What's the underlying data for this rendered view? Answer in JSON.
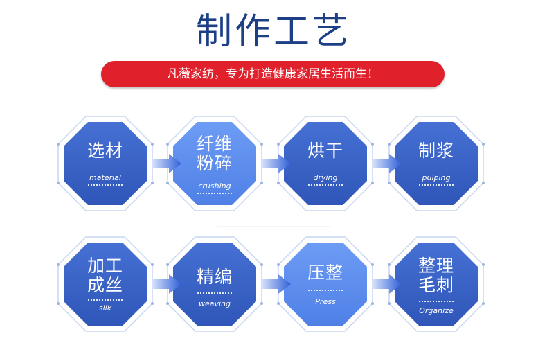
{
  "header": {
    "title": "制作工艺",
    "slogan": "凡薇家纺，专为打造健康家居生活而生！"
  },
  "colors": {
    "title": "#1d3f86",
    "pill": "#e0202a",
    "dark_step": "#3a63c9",
    "light_step": "#5d8ff0",
    "arrow": "#3b6fe0"
  },
  "steps": [
    {
      "zh": "选材",
      "en": "material"
    },
    {
      "zh": "纤维粉碎",
      "en": "crushing"
    },
    {
      "zh": "烘干",
      "en": "drying"
    },
    {
      "zh": "制浆",
      "en": "pulping"
    },
    {
      "zh": "加工成丝",
      "en": "silk"
    },
    {
      "zh": "精编",
      "en": "weaving"
    },
    {
      "zh": "压整",
      "en": "Press"
    },
    {
      "zh": "整理毛刺",
      "en": "Organize"
    }
  ]
}
